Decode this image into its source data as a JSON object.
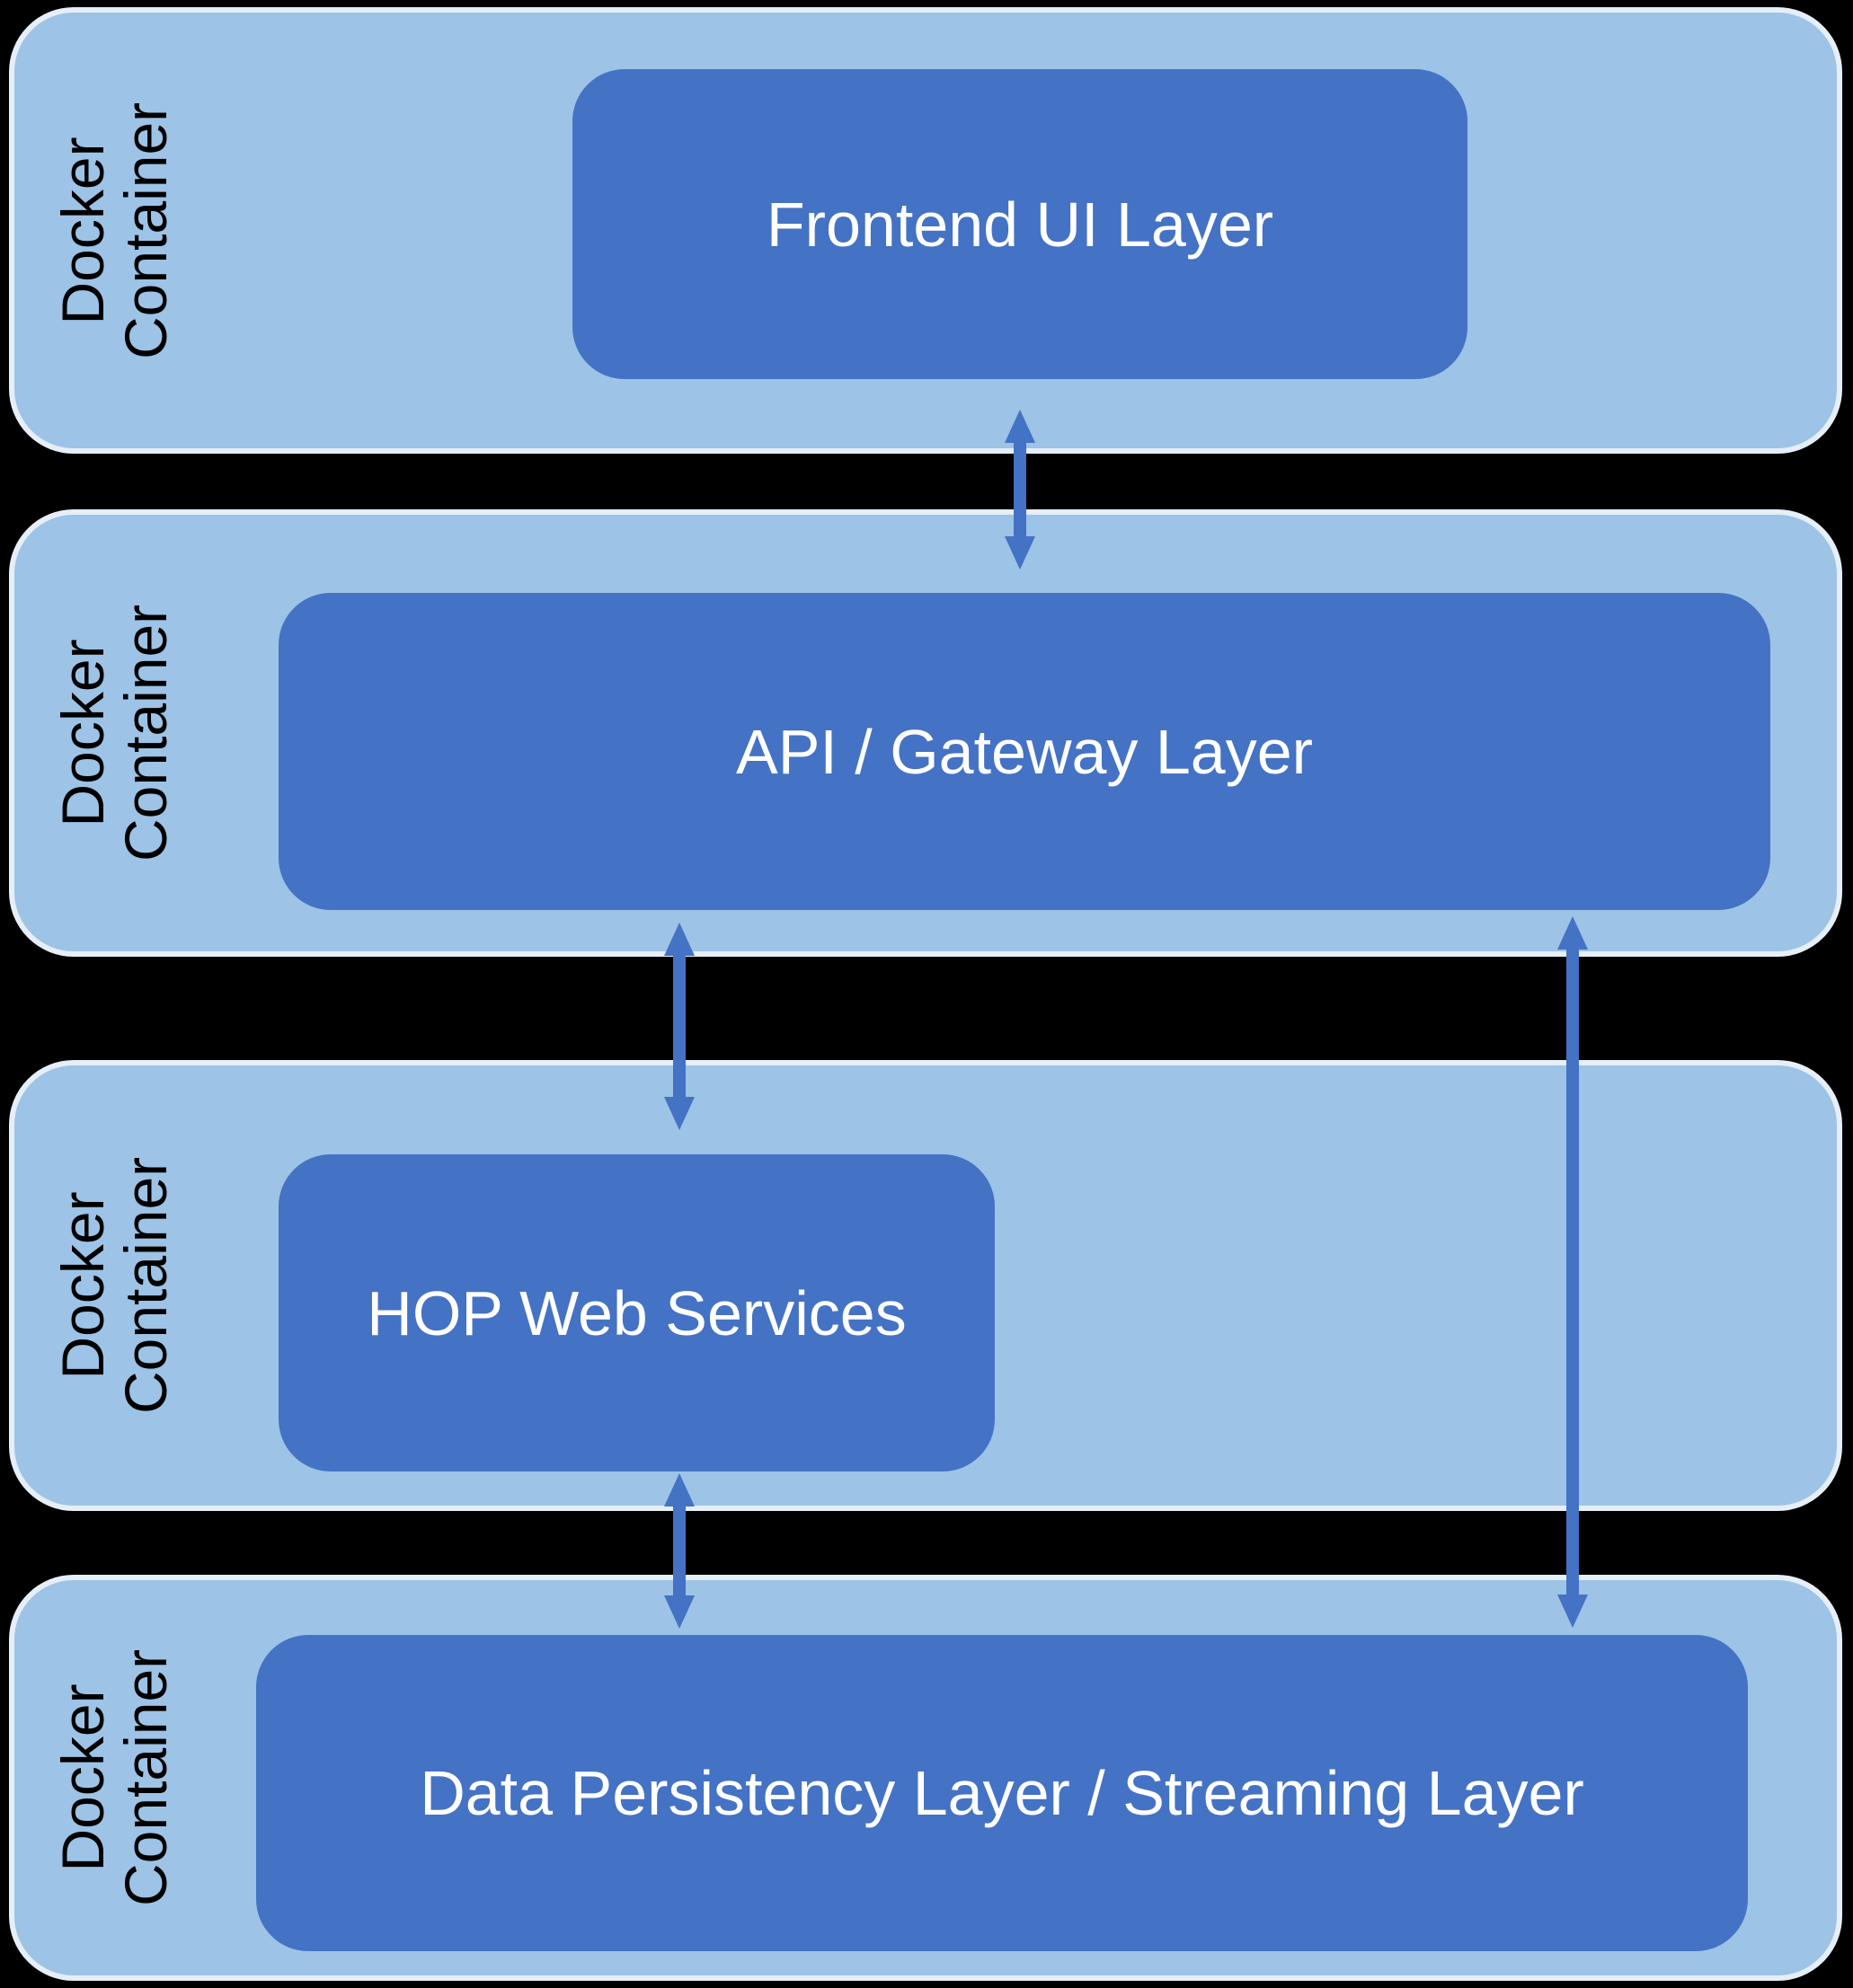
{
  "colors": {
    "background": "#000000",
    "container_fill": "#9DC3E6",
    "container_border": "#E6EEF8",
    "layer_box_fill": "#4472C4",
    "layer_box_text": "#FFFFFF",
    "container_label_text": "#000000",
    "arrow": "#4472C4"
  },
  "containers": [
    {
      "label": "Docker\nContainer",
      "box": {
        "label": "Frontend UI Layer"
      }
    },
    {
      "label": "Docker\nContainer",
      "box": {
        "label": "API / Gateway Layer"
      }
    },
    {
      "label": "Docker\nContainer",
      "box": {
        "label": "HOP Web Services"
      }
    },
    {
      "label": "Docker\nContainer",
      "box": {
        "label": "Data Persistency Layer / Streaming Layer"
      }
    }
  ],
  "connections": [
    {
      "from": "Frontend UI Layer",
      "to": "API / Gateway Layer",
      "bidirectional": true
    },
    {
      "from": "API / Gateway Layer",
      "to": "HOP Web Services",
      "bidirectional": true
    },
    {
      "from": "HOP Web Services",
      "to": "Data Persistency Layer / Streaming Layer",
      "bidirectional": true
    },
    {
      "from": "API / Gateway Layer",
      "to": "Data Persistency Layer / Streaming Layer",
      "bidirectional": true
    }
  ]
}
